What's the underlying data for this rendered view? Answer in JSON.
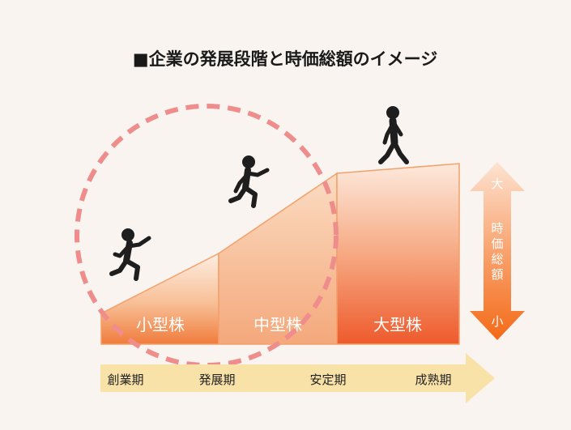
{
  "title": "■企業の発展段階と時価総額のイメージ",
  "segments": [
    {
      "label": "小型株"
    },
    {
      "label": "中型株"
    },
    {
      "label": "大型株"
    }
  ],
  "stages": [
    {
      "label": "創業期"
    },
    {
      "label": "発展期"
    },
    {
      "label": "安定期"
    },
    {
      "label": "成熟期"
    }
  ],
  "scale": {
    "top_label": "大",
    "middle_chars": [
      "時",
      "価",
      "総",
      "額"
    ],
    "bottom_label": "小"
  },
  "figures": [
    {
      "icon": "running-person-icon"
    },
    {
      "icon": "running-person-icon"
    },
    {
      "icon": "walking-person-icon"
    }
  ],
  "colors": {
    "background": "#f9f4ef",
    "segment_top": "#fbe6d4",
    "segment_bottom": "#f07c3c",
    "large_bottom": "#ee5a2c",
    "outline": "#f3a06a",
    "circle": "#ef8c8c",
    "stage_arrow": "#f9e2a8",
    "scale_arrow_top": "#fcd9c3",
    "scale_arrow_bottom": "#f5731f"
  }
}
